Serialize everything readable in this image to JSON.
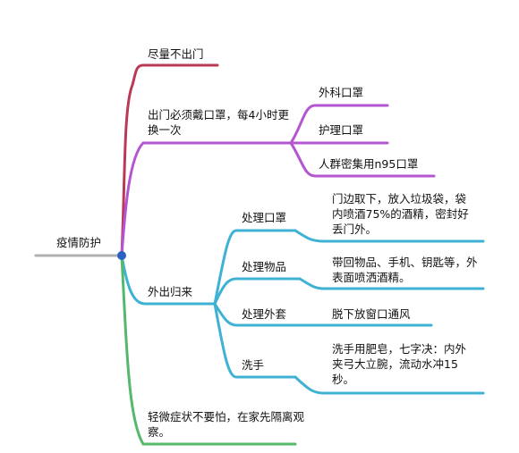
{
  "colors": {
    "root": "#b0b0b0",
    "node": "#2a62c4",
    "red": "#b83a55",
    "purple": "#b455d1",
    "blue": "#3fb2d4",
    "green": "#55b86a"
  },
  "mindmap": {
    "root": "疫情防护",
    "branches": {
      "stay_home": "尽量不出门",
      "mask": {
        "label": "出门必须戴口罩，每4小时更换一次",
        "items": [
          "外科口罩",
          "护理口罩",
          "人群密集用n95口罩"
        ]
      },
      "return_home": {
        "label": "外出归来",
        "items": [
          {
            "label": "处理口罩",
            "detail": "门边取下，放入垃圾袋，袋内喷酒75%的酒精，密封好丢门外。"
          },
          {
            "label": "处理物品",
            "detail": "带回物品、手机、钥匙等，外表面喷洒酒精。"
          },
          {
            "label": "处理外套",
            "detail": "脱下放窗口通风"
          },
          {
            "label": "洗手",
            "detail": "洗手用肥皂，七字决：内外夹弓大立腕，流动水冲15秒。"
          }
        ]
      },
      "mild": "轻微症状不要怕，在家先隔离观察。"
    }
  }
}
